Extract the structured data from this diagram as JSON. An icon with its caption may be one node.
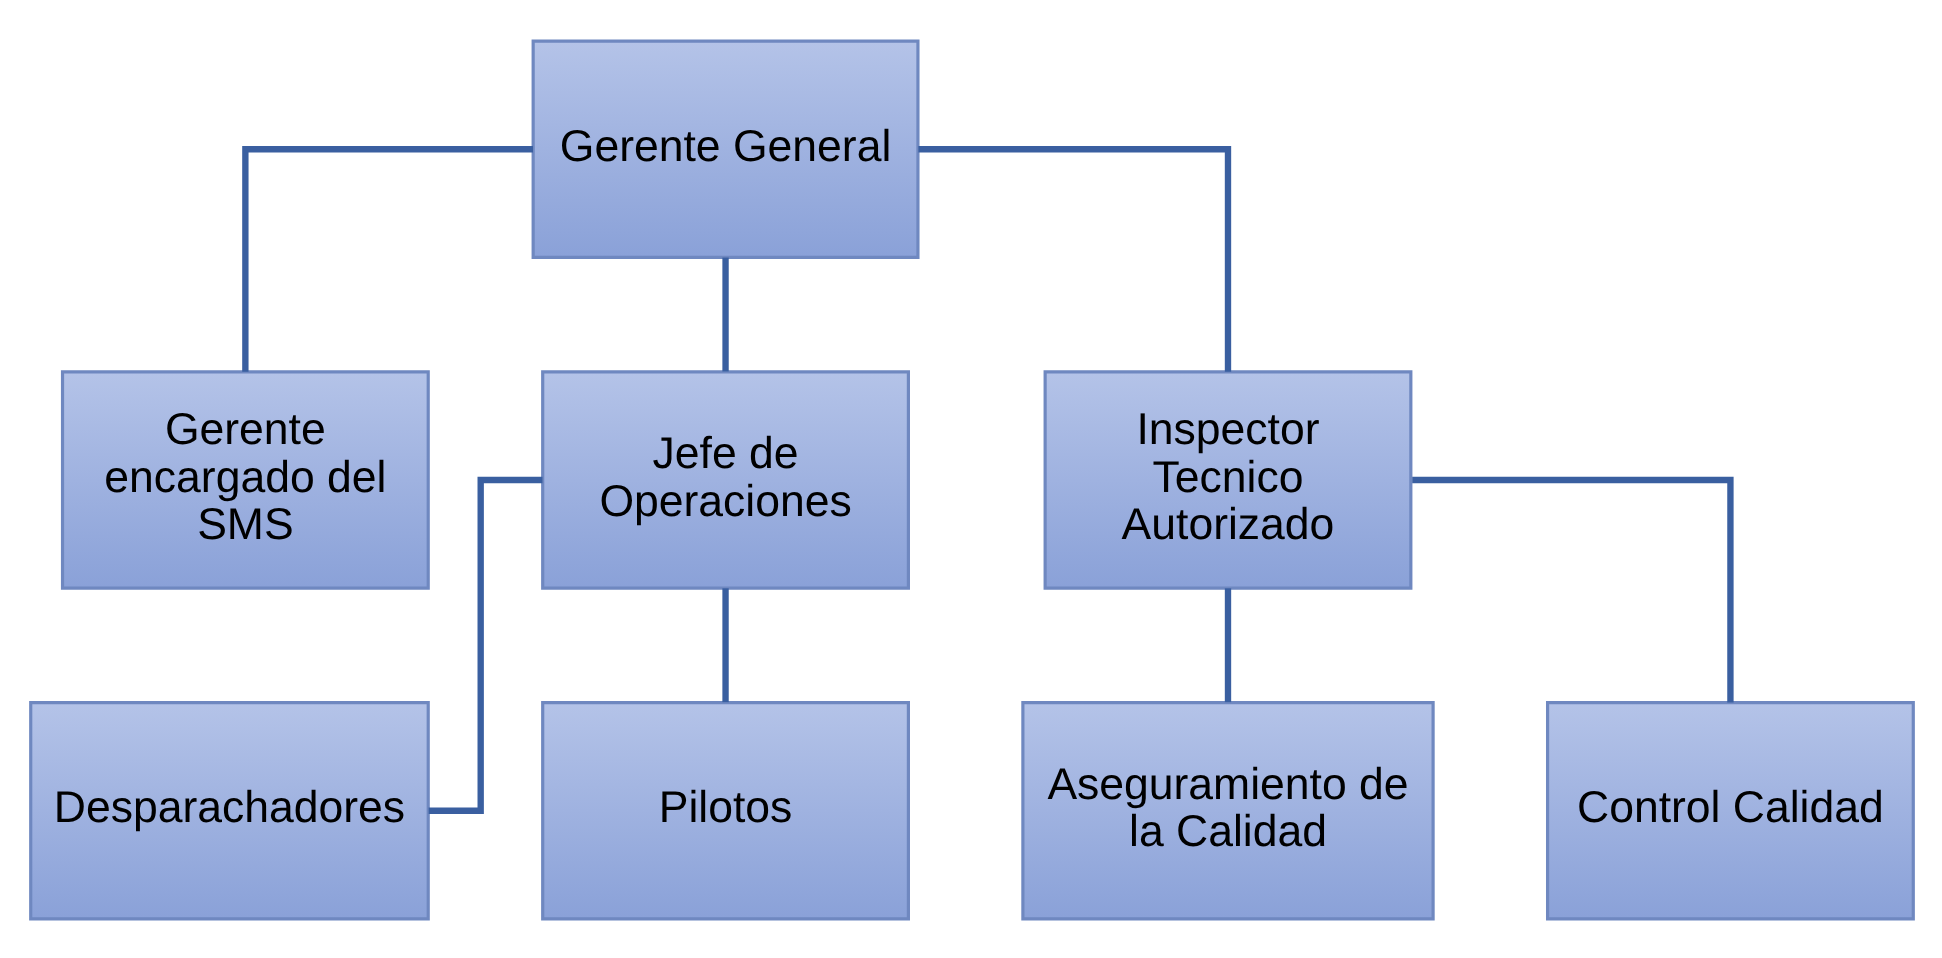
{
  "diagram": {
    "nodes": [
      {
        "text": [
          "Gerente General"
        ]
      },
      {
        "text": [
          "Gerente encargado del SMS"
        ]
      },
      {
        "text": [
          "Jefe de Operaciones"
        ]
      },
      {
        "text": [
          "Inspector Tecnico Autorizado"
        ]
      },
      {
        "text": [
          "Desparachadores"
        ]
      },
      {
        "text": [
          "Pilotos"
        ]
      },
      {
        "text": [
          "Aseguramiento de la Calidad"
        ]
      },
      {
        "text": [
          "Control Calidad"
        ]
      }
    ],
    "edges": [
      {
        "from": 0,
        "to": 1,
        "arrow": "none"
      },
      {
        "from": 0,
        "to": 2,
        "arrow": "none"
      },
      {
        "from": 0,
        "to": 3,
        "arrow": "none"
      },
      {
        "from": 2,
        "to": 4,
        "arrow": "none"
      },
      {
        "from": 2,
        "to": 5,
        "arrow": "none"
      },
      {
        "from": 3,
        "to": 6,
        "arrow": "none"
      },
      {
        "from": 3,
        "to": 7,
        "arrow": "none"
      }
    ]
  }
}
